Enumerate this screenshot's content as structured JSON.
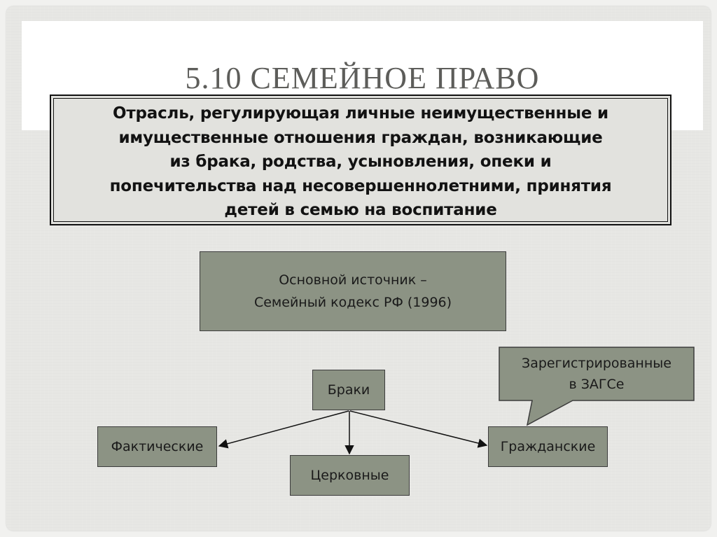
{
  "slide": {
    "title": "5.10 СЕМЕЙНОЕ ПРАВО",
    "definition_lines": [
      "Отрасль, регулирующая личные неимущественные и",
      "имущественные отношения граждан, возникающие",
      "из брака, родства, усыновления, опеки и",
      "попечительства над несовершеннолетними, принятия",
      "детей в семью на воспитание"
    ]
  },
  "diagram": {
    "source_lines": [
      "Основной источник –",
      "Семейный кодекс РФ (1996)"
    ],
    "marriages": "Браки",
    "factual": "Фактические",
    "church": "Церковные",
    "civil": "Гражданские",
    "callout_lines": [
      "Зарегистрированные",
      "в ЗАГСе"
    ]
  },
  "colors": {
    "node_fill": "#8c9384",
    "node_border": "#3c3c3c",
    "definition_fill": "#e2e2de",
    "title_text": "#5d5d5a"
  }
}
